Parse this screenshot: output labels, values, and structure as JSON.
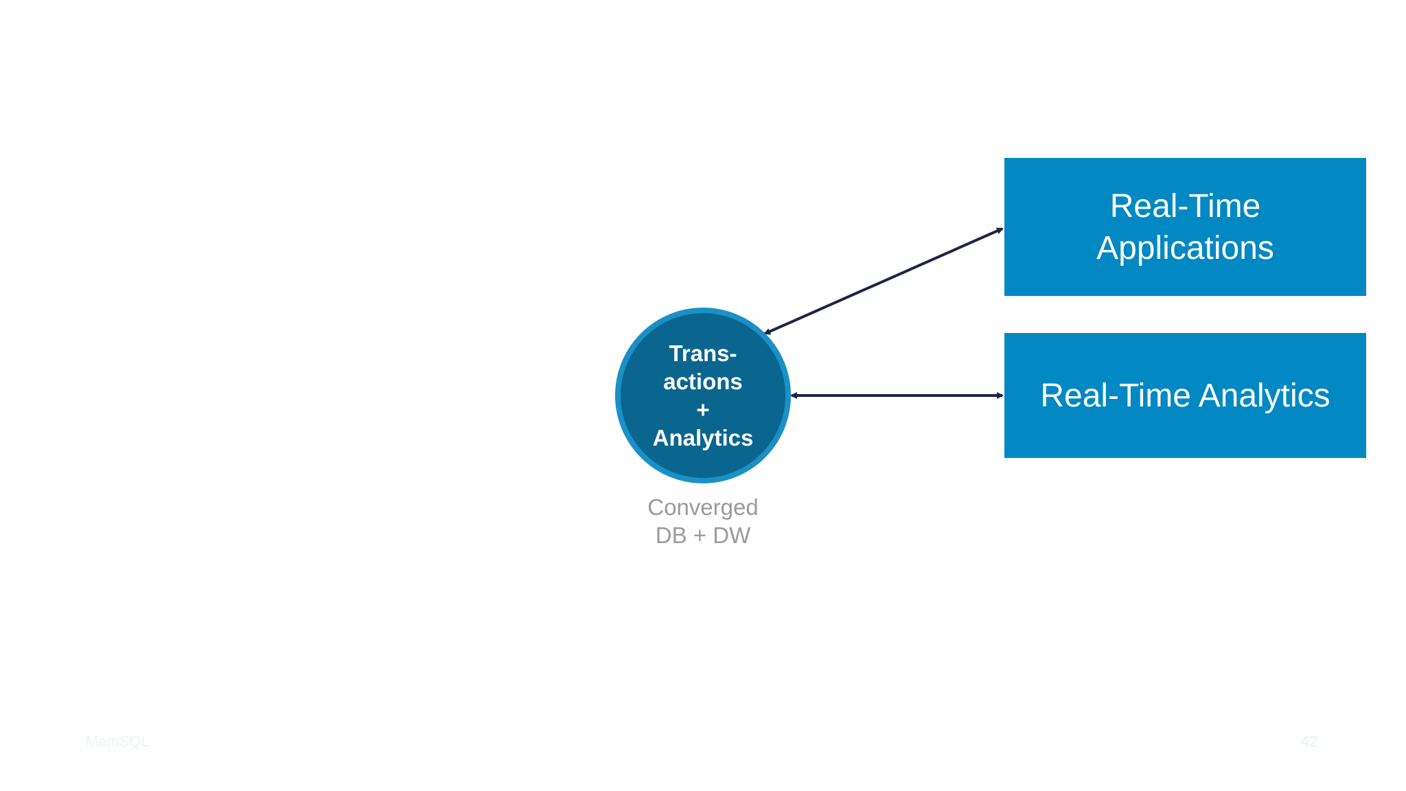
{
  "diagram": {
    "hub": {
      "lines": [
        "Trans-",
        "actions",
        "+",
        "Analytics"
      ],
      "caption": [
        "Converged",
        "DB + DW"
      ],
      "fill_color": "#0a668f",
      "ring_color": "#1a90c7"
    },
    "targets": [
      {
        "lines": [
          "Real-Time",
          "Applications"
        ]
      },
      {
        "lines": [
          "Real-Time Analytics"
        ]
      }
    ],
    "box_color": "#0288c2",
    "arrow_color": "#1c2447",
    "connectors": [
      {
        "from": "hub",
        "to": "real-time-applications",
        "direction": "both"
      },
      {
        "from": "hub",
        "to": "real-time-analytics",
        "direction": "both"
      }
    ]
  },
  "footer": {
    "left": "MemSQL",
    "page_number": "42"
  }
}
